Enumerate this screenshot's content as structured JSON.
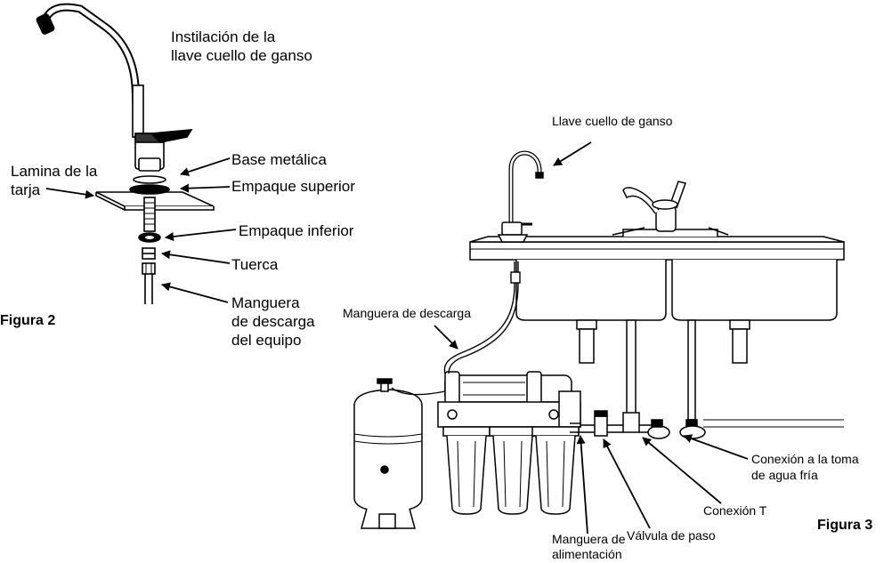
{
  "figure2": {
    "title_line1": "Instilación de la",
    "title_line2": "llave cuello de ganso",
    "caption": "Figura 2",
    "labels": {
      "base_metalica": "Base metálica",
      "lamina_line1": "Lamina de la",
      "lamina_line2": "tarja",
      "empaque_superior": "Empaque superior",
      "empaque_inferior": "Empaque inferior",
      "tuerca": "Tuerca",
      "manguera_line1": "Manguera",
      "manguera_line2": "de descarga",
      "manguera_line3": "del equipo"
    }
  },
  "figure3": {
    "caption": "Figura 3",
    "labels": {
      "llave": "Llave cuello de ganso",
      "manguera_descarga": "Manguera de descarga",
      "conexion_toma_line1": "Conexión a la toma",
      "conexion_toma_line2": "de agua fría",
      "conexion_t": "Conexión T",
      "valvula": "Válvula de paso",
      "alimentacion_line1": "Manguera de",
      "alimentacion_line2": "alimentación"
    }
  }
}
